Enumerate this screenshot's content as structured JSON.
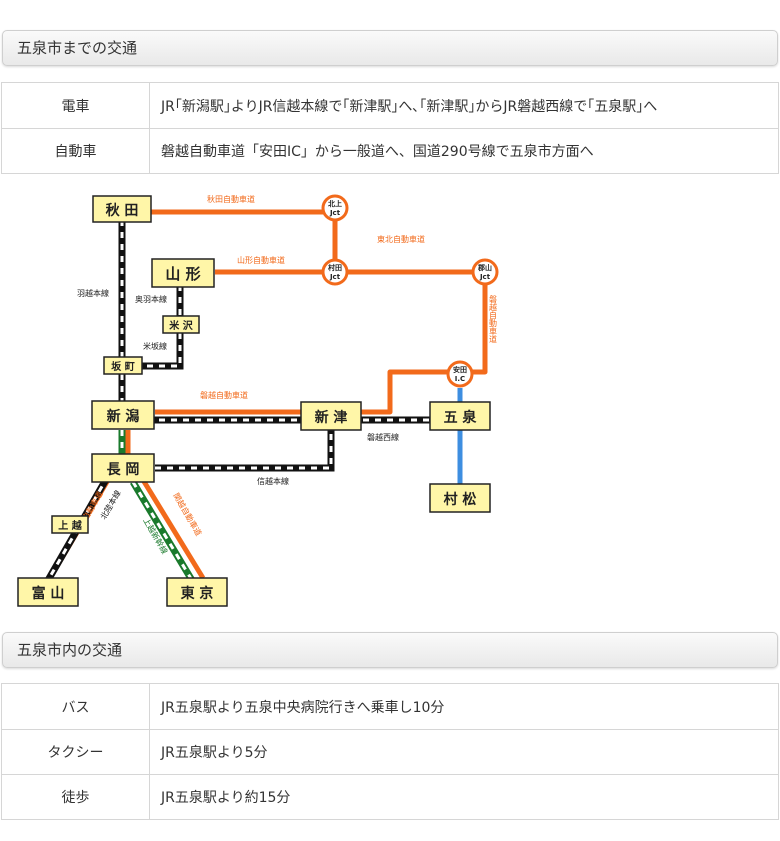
{
  "access": {
    "title": "五泉市までの交通",
    "rows": [
      {
        "label": "電車",
        "value": "JR｢新潟駅｣よりJR信越本線で｢新津駅｣へ､｢新津駅｣からJR磐越西線で｢五泉駅｣へ"
      },
      {
        "label": "自動車",
        "value": "磐越自動車道「安田IC」から一般道へ、国道290号線で五泉市方面へ"
      }
    ]
  },
  "map": {
    "stations": {
      "akita": "秋 田",
      "yamagata": "山 形",
      "yonezawa": "米 沢",
      "sakamachi": "坂 町",
      "niigata": "新 潟",
      "niitsu": "新 津",
      "gosen": "五 泉",
      "nagaoka": "長 岡",
      "muramatsu": "村 松",
      "joetsu": "上 越",
      "toyama": "富 山",
      "tokyo": "東 京"
    },
    "junctions": {
      "kitakami": [
        "北上",
        "Jct"
      ],
      "murata": [
        "村田",
        "Jct"
      ],
      "koriyama": [
        "郡山",
        "Jct"
      ],
      "yasuda": [
        "安田",
        "I.C"
      ]
    },
    "routes": {
      "akita_expwy": "秋田自動車道",
      "tohoku_expwy": "東北自動車道",
      "yamagata_expwy": "山形自動車道",
      "banetsu_expwy_v": "磐越自動車道",
      "banetsu_expwy_h": "磐越自動車道",
      "uetsu_line": "羽越本線",
      "ou_line": "奥羽本線",
      "yonesaka_line": "米坂線",
      "banetsu_west_line": "磐越西線",
      "shinetsu_line": "信越本線",
      "hokuriku_expwy": "北陸自動車道",
      "hokuriku_line": "北陸本線",
      "joetsu_shinkansen": "上越新幹線",
      "kanetsu_expwy": "関越自動車道"
    },
    "colors": {
      "expressway": "#f26a1b",
      "jr_line": "#111111",
      "shinkansen": "#1a7a2c",
      "local_line": "#3d8ee0",
      "station_fill": "#fff6a8"
    }
  },
  "local": {
    "title": "五泉市内の交通",
    "rows": [
      {
        "label": "バス",
        "value": "JR五泉駅より五泉中央病院行きへ乗車し10分"
      },
      {
        "label": "タクシー",
        "value": "JR五泉駅より5分"
      },
      {
        "label": "徒歩",
        "value": "JR五泉駅より約15分"
      }
    ]
  }
}
